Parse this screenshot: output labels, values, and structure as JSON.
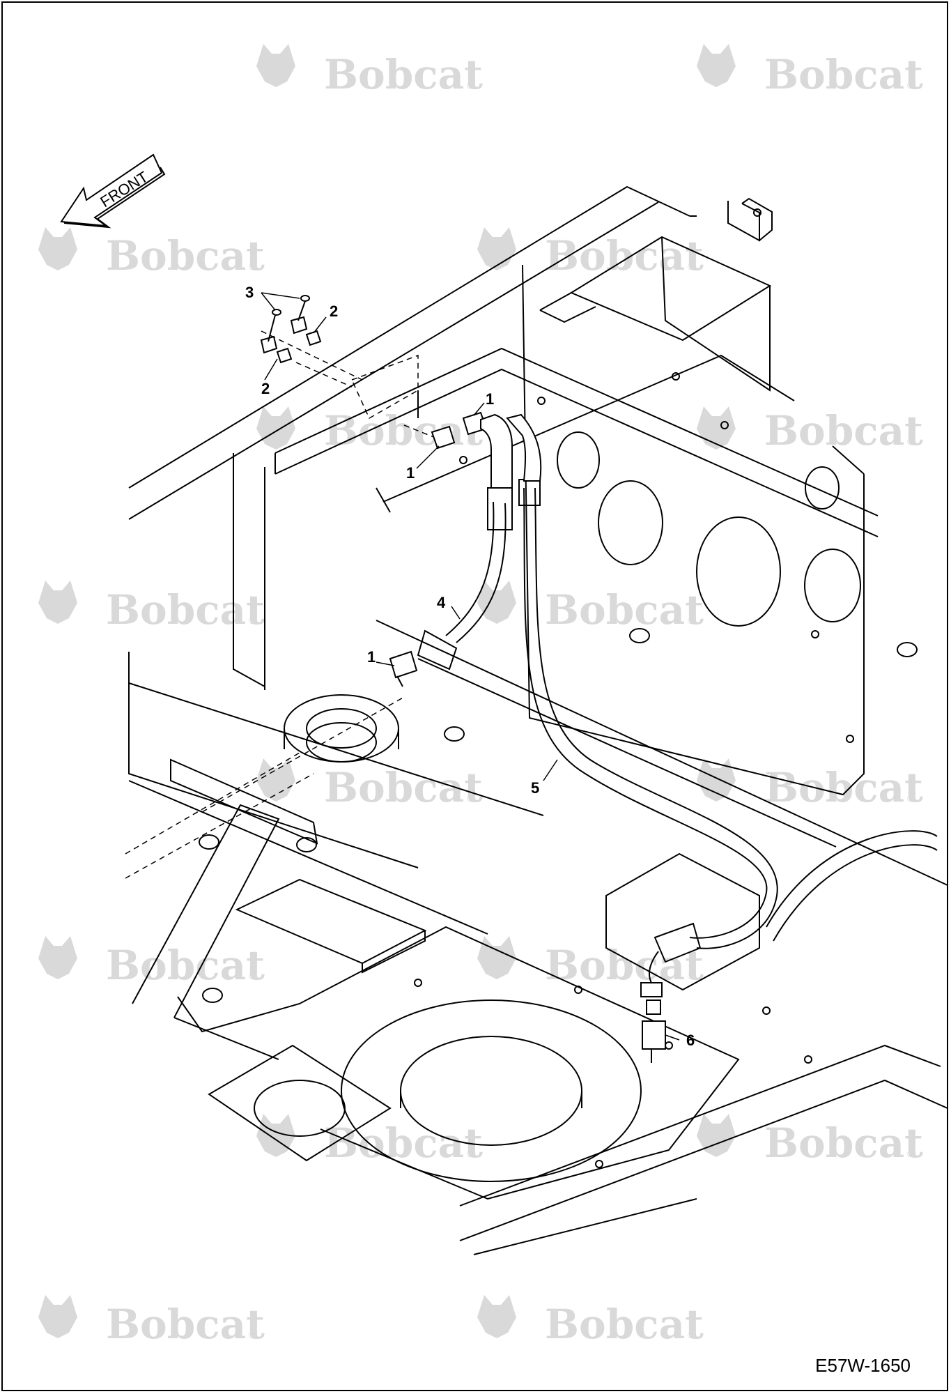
{
  "watermark": {
    "brand": "Bobcat",
    "registered": "®"
  },
  "front_arrow_label": "FRONT",
  "callouts": [
    {
      "id": "3",
      "label": "3"
    },
    {
      "id": "2a",
      "label": "2"
    },
    {
      "id": "2b",
      "label": "2"
    },
    {
      "id": "1a",
      "label": "1"
    },
    {
      "id": "1b",
      "label": "1"
    },
    {
      "id": "4",
      "label": "4"
    },
    {
      "id": "1c",
      "label": "1"
    },
    {
      "id": "5",
      "label": "5"
    },
    {
      "id": "6",
      "label": "6"
    }
  ],
  "drawing_reference": "E57W-1650",
  "colors": {
    "line": "#000000",
    "watermark": "#d9d9d9",
    "background": "#ffffff"
  }
}
